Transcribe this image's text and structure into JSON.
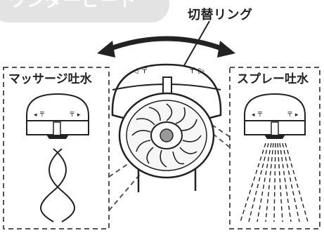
{
  "header": {
    "title": "ワンダービート"
  },
  "callout": {
    "label": "切替リング"
  },
  "modes": {
    "massage": {
      "label": "マッサージ吐水"
    },
    "spray": {
      "label": "スプレー吐水"
    }
  },
  "icons": [
    "rotate-arrow-icon",
    "massage-mode-icon",
    "spray-mode-icon"
  ],
  "colors": {
    "outline": "#222222",
    "pill": "#e3e3e3",
    "dash": "#555555"
  }
}
